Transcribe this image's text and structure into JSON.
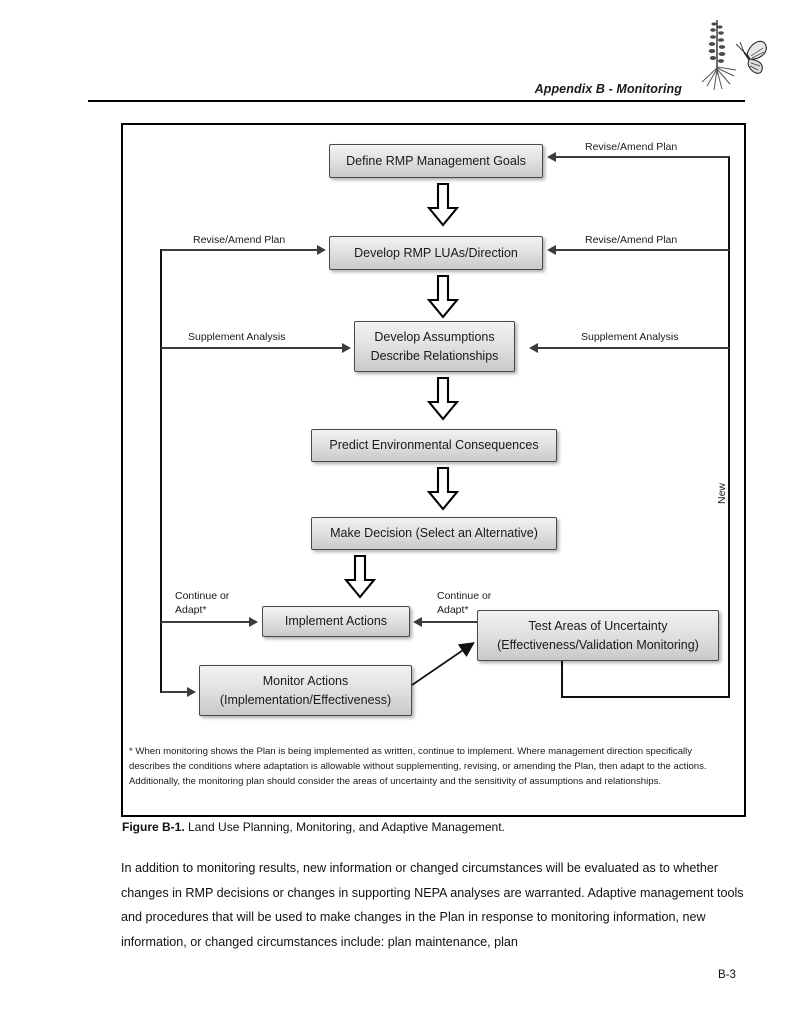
{
  "header": {
    "title": "Appendix B - Monitoring",
    "logo_icon": "butterfly-on-flower-illustration"
  },
  "figure": {
    "boxes": [
      {
        "id": "define-goals",
        "lines": [
          "Define RMP Management Goals"
        ]
      },
      {
        "id": "develop-luas",
        "lines": [
          "Develop RMP LUAs/Direction"
        ]
      },
      {
        "id": "develop-assumptions",
        "lines": [
          "Develop Assumptions",
          "Describe Relationships"
        ]
      },
      {
        "id": "predict-consequences",
        "lines": [
          "Predict Environmental Consequences"
        ]
      },
      {
        "id": "make-decision",
        "lines": [
          "Make Decision (Select an Alternative)"
        ]
      },
      {
        "id": "implement-actions",
        "lines": [
          "Implement Actions"
        ]
      },
      {
        "id": "test-uncertainty",
        "lines": [
          "Test Areas of Uncertainty",
          "(Effectiveness/Validation Monitoring)"
        ]
      },
      {
        "id": "monitor-actions",
        "lines": [
          "Monitor Actions",
          "(Implementation/Effectiveness)"
        ]
      }
    ],
    "connector_labels": {
      "revise_amend_right_top": "Revise/Amend Plan",
      "revise_amend_right_mid": "Revise/Amend Plan",
      "revise_amend_left": "Revise/Amend Plan",
      "supplement_left": "Supplement Analysis",
      "supplement_right": "Supplement Analysis",
      "continue_adapt_left_1": "Continue or",
      "continue_adapt_left_2": "Adapt*",
      "continue_adapt_right_1": "Continue or",
      "continue_adapt_right_2": "Adapt*",
      "new_vertical": "New"
    },
    "footnote": "* When monitoring shows the Plan is being implemented as written, continue to implement. Where management direction specifically describes the conditions where adaptation is allowable without supplementing, revising, or amending the Plan, then adapt to the actions. Additionally, the monitoring plan should consider the areas of uncertainty and the sensitivity of assumptions and relationships."
  },
  "caption": {
    "label": "Figure B-1.",
    "text": " Land Use Planning, Monitoring, and Adaptive Management."
  },
  "body": {
    "paragraph": "In addition to monitoring results, new information or changed circumstances will be evaluated as to whether changes in RMP decisions or changes in supporting NEPA analyses are warranted. Adaptive management tools and procedures that will be used to make changes in the Plan in response to monitoring information, new information, or changed circumstances include: plan maintenance, plan"
  },
  "footer": {
    "page_number": "B-3"
  }
}
